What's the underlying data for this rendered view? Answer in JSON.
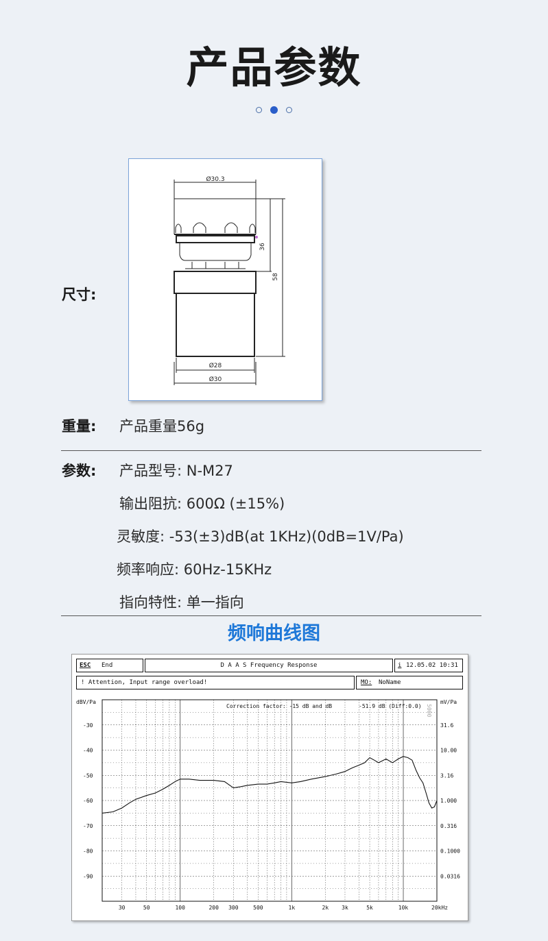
{
  "page": {
    "title": "产品参数"
  },
  "carousel": {
    "dots": 3,
    "active": 1
  },
  "size": {
    "label": "尺寸:",
    "drawing": {
      "top_dia": "Ø30.3",
      "height_36": "36",
      "height_58": "58",
      "dia_28": "Ø28",
      "dia_30": "Ø30"
    }
  },
  "weight": {
    "label": "重量:",
    "value": "产品重量56g"
  },
  "params": {
    "label": "参数:",
    "items": [
      "产品型号: N-M27",
      "输出阻抗: 600Ω (±15%)",
      "灵敏度: -53(±3)dB(at 1KHz)(0dB=1V/Pa)",
      "频率响应: 60Hz-15KHz",
      "指向特性: 单一指向"
    ]
  },
  "curve": {
    "title": "频响曲线图"
  },
  "daas": {
    "esc": "ESC",
    "end": "End",
    "header": "D A A S  Frequency Response",
    "info": "i",
    "datetime": "12.05.02 10:31",
    "warning": "! Attention, Input range overload!",
    "mo_key": "MO:",
    "mo_value": "NoName",
    "correction": "Correction factor: -15 dB and  dB",
    "measure": "-51.9 dB (Diff:0.0)",
    "side_tag": "5000",
    "left_unit": "dBV/Pa",
    "right_unit": "mV/Pa"
  },
  "chart_data": {
    "type": "line",
    "xscale": "log",
    "xlim": [
      20,
      20000
    ],
    "ylim": [
      -100,
      -20
    ],
    "x_ticks": [
      "30",
      "50",
      "100",
      "200",
      "300",
      "500",
      "1k",
      "2k",
      "3k",
      "5k",
      "10k",
      "20kHz"
    ],
    "y_ticks_left": [
      "-30",
      "-40",
      "-50",
      "-60",
      "-70",
      "-80",
      "-90"
    ],
    "y_ticks_right": [
      "31.6",
      "10.00",
      "3.16",
      "1.000",
      "0.316",
      "0.1000",
      "0.0316"
    ],
    "series": [
      {
        "x": [
          20,
          25,
          30,
          35,
          40,
          50,
          60,
          70,
          80,
          90,
          100,
          120,
          150,
          200,
          250,
          300,
          350,
          400,
          500,
          600,
          700,
          800,
          1000,
          1200,
          1500,
          2000,
          2500,
          3000,
          3500,
          4000,
          4500,
          5000,
          5500,
          6000,
          7000,
          8000,
          9000,
          10000,
          11000,
          12000,
          13000,
          14000,
          15000,
          16000,
          17000,
          18000,
          19000,
          20000
        ],
        "y": [
          -65,
          -64.5,
          -63,
          -61,
          -59.5,
          -58,
          -57,
          -55.5,
          -54,
          -52.5,
          -51.5,
          -51.5,
          -52,
          -52,
          -52.5,
          -55,
          -54.5,
          -54,
          -53.5,
          -53.5,
          -53,
          -52.5,
          -53,
          -52.5,
          -51.5,
          -50.5,
          -49.5,
          -48.5,
          -47,
          -46,
          -45,
          -43,
          -44,
          -45,
          -43.5,
          -45,
          -43.5,
          -42.5,
          -43,
          -44,
          -48,
          -51,
          -53,
          -57,
          -61,
          -63,
          -62.5,
          -60
        ]
      }
    ]
  }
}
